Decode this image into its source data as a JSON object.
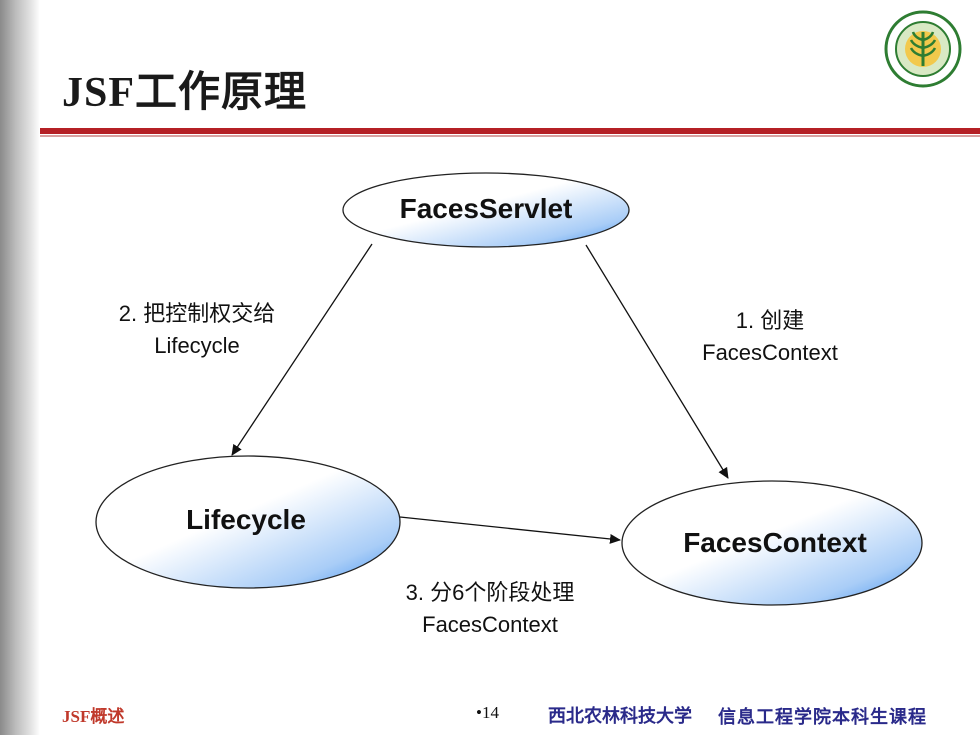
{
  "slide": {
    "title": "JSF工作原理",
    "footer_left": "JSF概述",
    "page_number": "•14",
    "school_name": "西北农林科技大学",
    "course_name": "信息工程学院本科生课程"
  },
  "diagram": {
    "nodes": {
      "faces_servlet": "FacesServlet",
      "lifecycle": "Lifecycle",
      "faces_context": "FacesContext"
    },
    "edges": {
      "edge_1_line1": "1. 创建",
      "edge_1_line2": "FacesContext",
      "edge_2_line1": "2. 把控制权交给",
      "edge_2_line2": "Lifecycle",
      "edge_3_line1": "3. 分6个阶段处理",
      "edge_3_line2": "FacesContext"
    }
  },
  "colors": {
    "accent_red": "#b52025",
    "ellipse_blue": "#3d8ff0",
    "footer_red": "#c0392b",
    "footer_blue": "#2a2a8a"
  }
}
